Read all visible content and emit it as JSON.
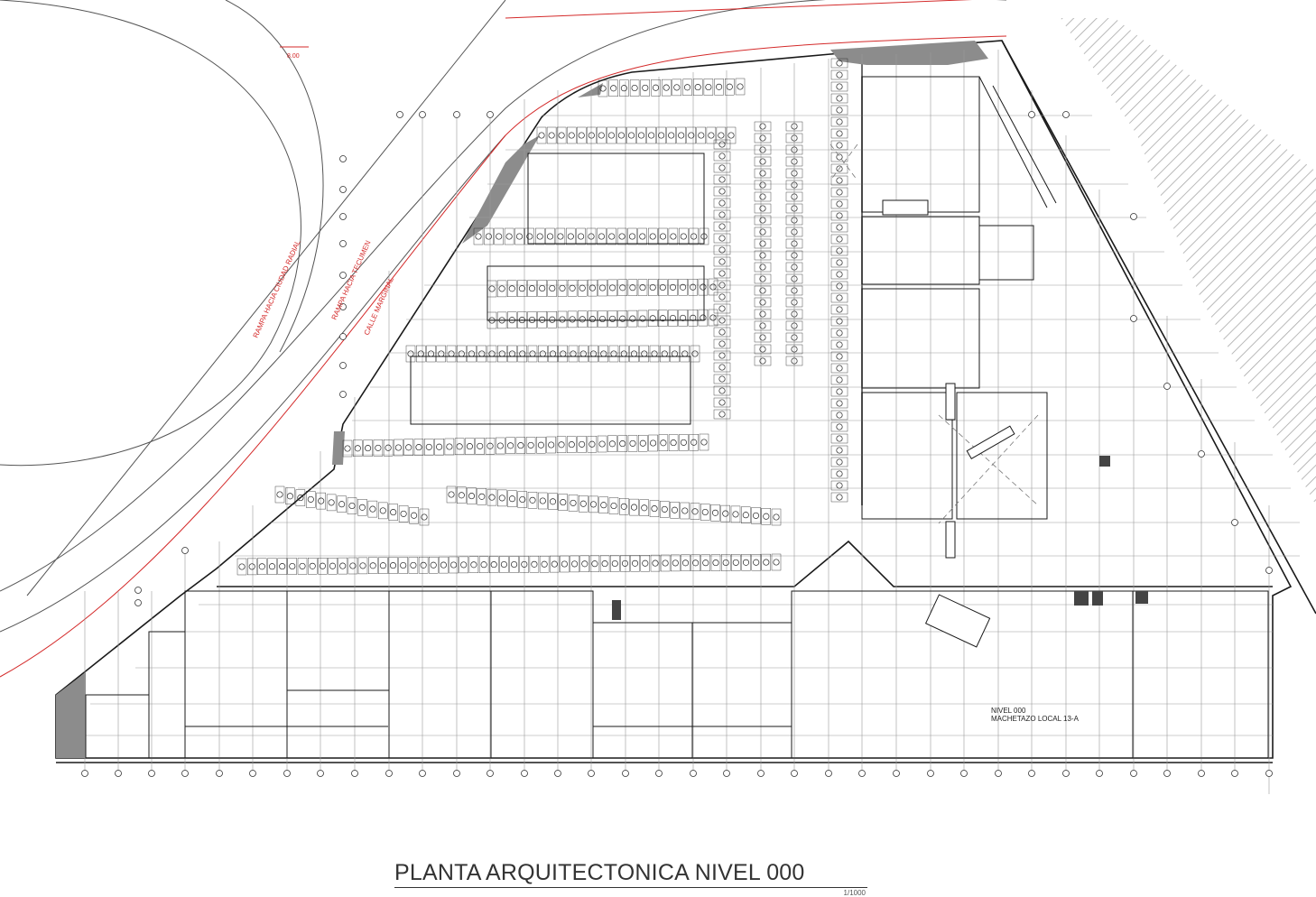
{
  "plan": {
    "title": "PLANTA ARQUITECTONICA NIVEL 000",
    "scale": "1/1000",
    "labels": {
      "ramp_radial": "RAMPA HACIA CIUDAD RADIAL",
      "ramp_tecumen": "RAMPA HACIA TECUMEN",
      "calle_marginal": "CALLE MARGINAL",
      "nivel": "NIVEL 000",
      "local": "MACHETAZO LOCAL 13-A",
      "dim": "8.00"
    }
  },
  "colors": {
    "line": "#1a1a1a",
    "grid": "#888888",
    "red": "#d42a2a",
    "fill": "#8c8c8c",
    "hatch": "#aaaaaa"
  }
}
